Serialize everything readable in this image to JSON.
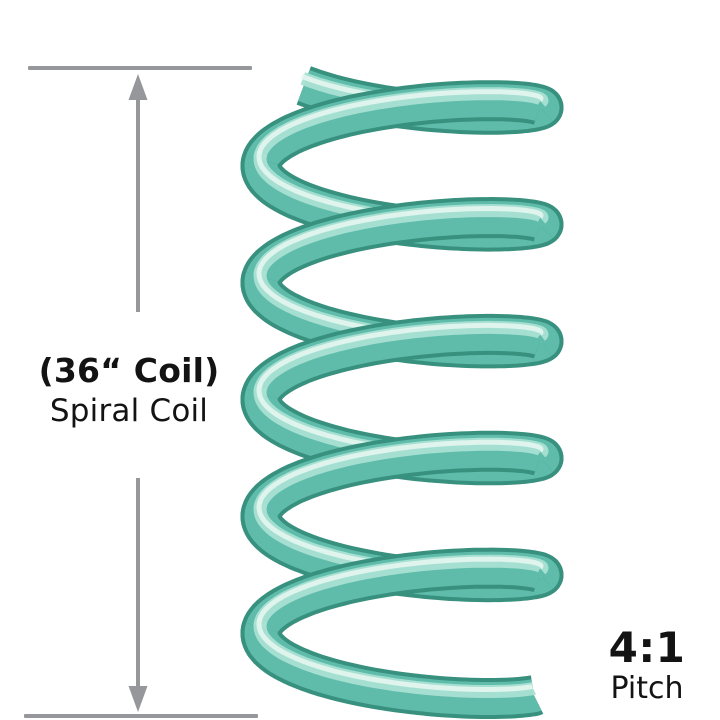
{
  "labels": {
    "coil_size": "(36“ Coil)",
    "coil_type": "Spiral Coil",
    "pitch_ratio": "4:1",
    "pitch_label": "Pitch"
  },
  "colors": {
    "background": "#ffffff",
    "text": "#131313",
    "arrow": "#95979a",
    "coil_edge": "#38907e",
    "coil_body": "#5fbcaa",
    "coil_highlight": "#a9e0d3",
    "coil_specular": "#e4f6f0"
  }
}
